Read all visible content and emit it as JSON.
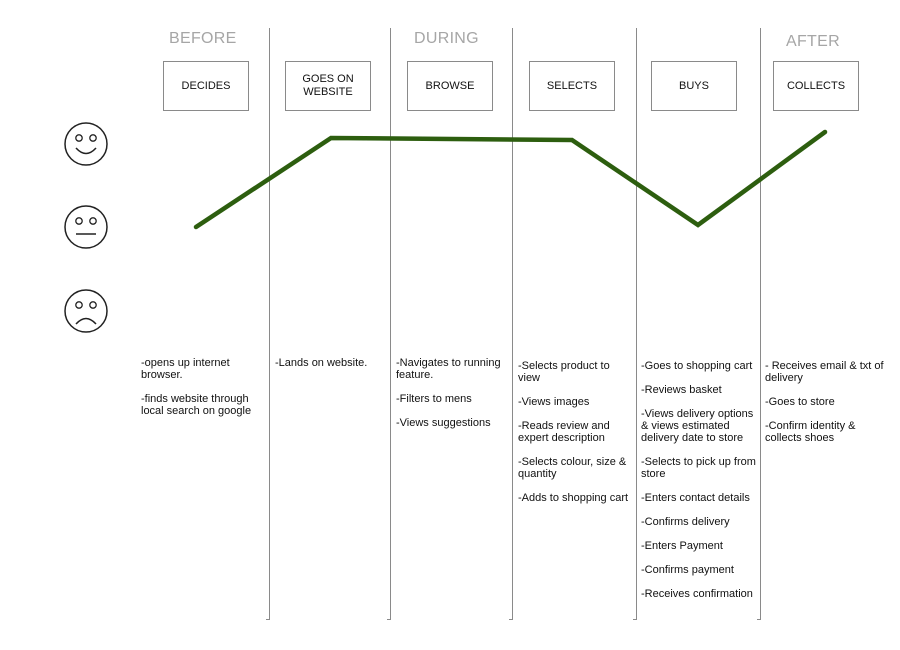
{
  "phases": {
    "before": "BEFORE",
    "during": "DURING",
    "after": "AFTER"
  },
  "stages": [
    "DECIDES",
    "GOES ON\nWEBSITE",
    "BROWSE",
    "SELECTS",
    "BUYS",
    "COLLECTS"
  ],
  "emotions": [
    "happy-face-icon",
    "neutral-face-icon",
    "sad-face-icon"
  ],
  "emotion_curve": {
    "color": "#2d5e0f",
    "levels": [
      "neutral",
      "happy",
      "happy",
      "happy",
      "neutral",
      "happy"
    ]
  },
  "notes": [
    [
      "-opens up internet browser.",
      "-finds website through local search on google"
    ],
    [
      "-Lands on website."
    ],
    [
      "-Navigates to running feature.",
      "-Filters to mens",
      "-Views suggestions"
    ],
    [
      "-Selects product to view",
      "-Views images",
      "-Reads review and expert description",
      "-Selects colour, size & quantity",
      "-Adds to shopping cart"
    ],
    [
      "-Goes to shopping cart",
      "-Reviews basket",
      "-Views delivery options & views estimated delivery date to store",
      "-Selects to pick up from store",
      "-Enters contact details",
      "-Confirms delivery",
      "-Enters Payment",
      "-Confirms payment",
      "-Receives confirmation"
    ],
    [
      "- Receives email & txt of delivery",
      "-Goes to store",
      "-Confirm identity & collects shoes"
    ]
  ]
}
